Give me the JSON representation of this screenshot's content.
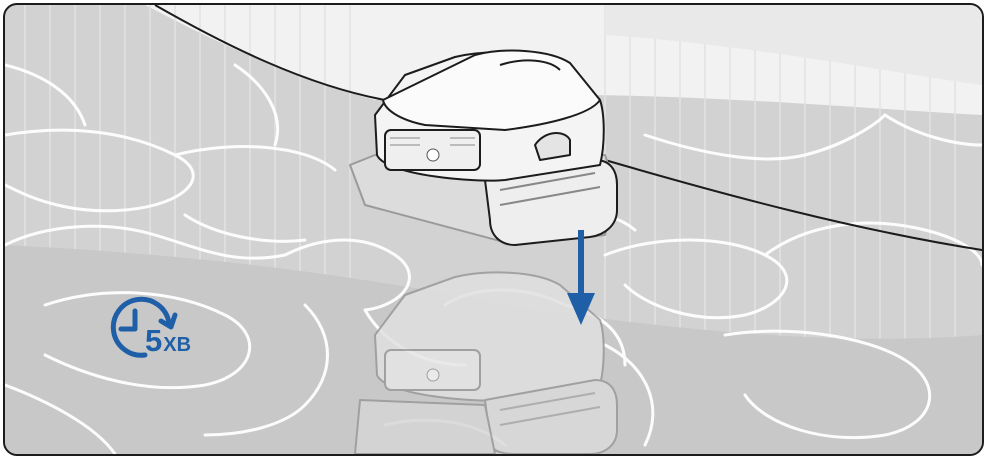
{
  "illustration": {
    "scene": "pool-robot-sinking",
    "arrow_color": "#1f5fa8",
    "outline_color": "#1c1c1c",
    "water_color": "#d2d2d2"
  },
  "timer": {
    "value": "5",
    "unit": "XB",
    "icon": "clock-rotate-icon",
    "color": "#1f5fa8"
  }
}
